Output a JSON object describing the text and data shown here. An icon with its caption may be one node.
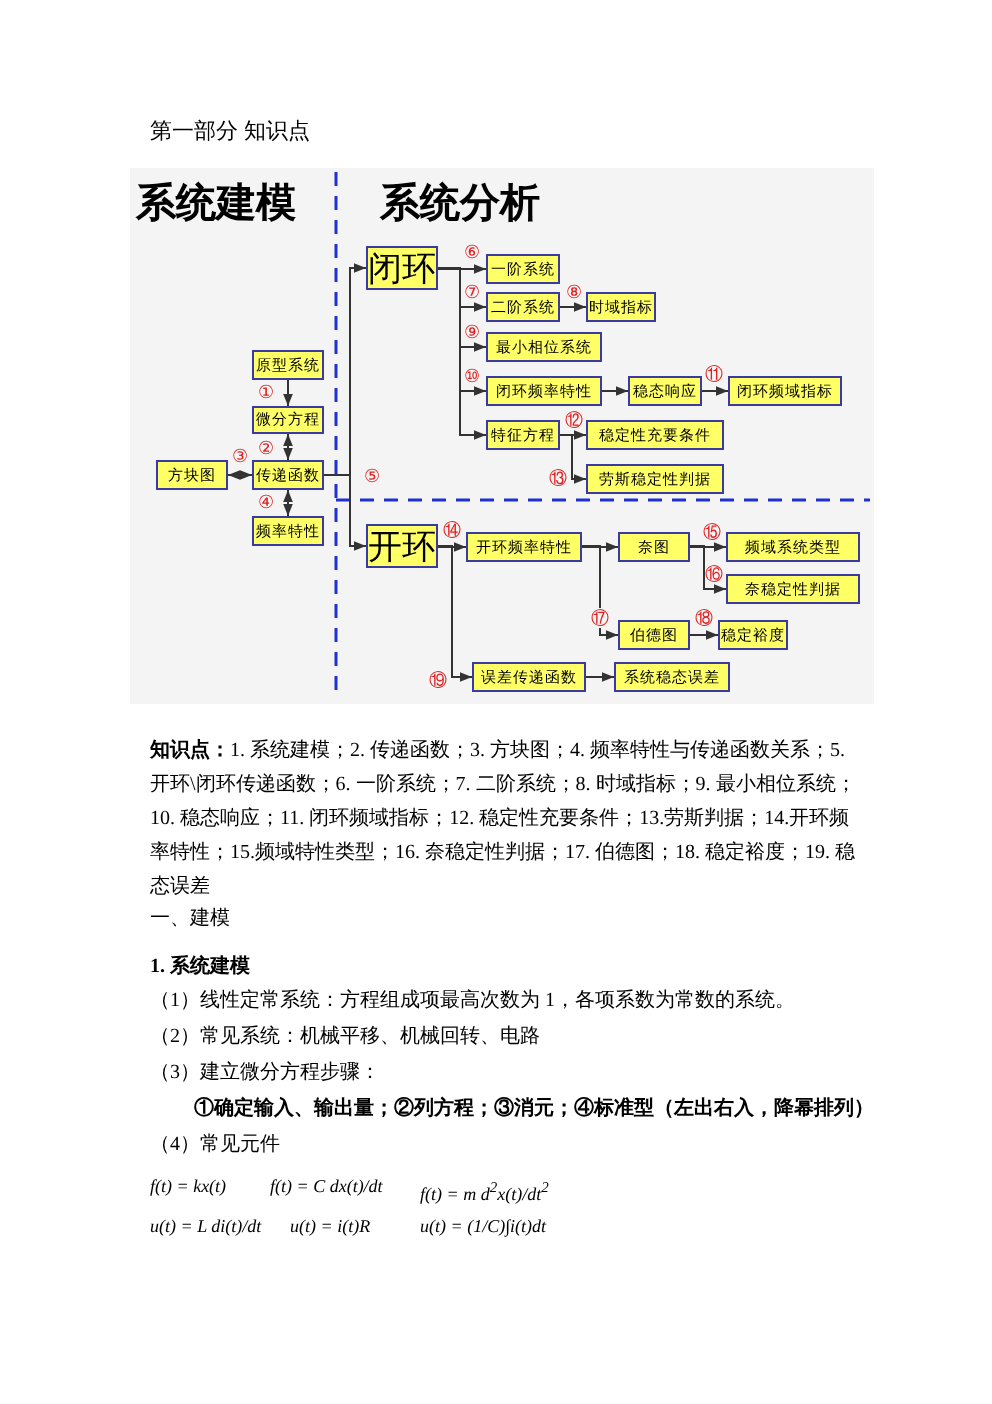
{
  "diagram": {
    "title": "第一部分  知识点",
    "nodes": [
      {
        "text": [
          "原型系统"
        ]
      },
      {
        "text": [
          "微分方程"
        ]
      },
      {
        "text": [
          "传递函数"
        ]
      },
      {
        "text": [
          "方块图"
        ]
      },
      {
        "text": [
          "频率特性"
        ]
      },
      {
        "text": [
          "闭环"
        ]
      },
      {
        "text": [
          "开环"
        ]
      },
      {
        "text": [
          "一阶系统"
        ]
      },
      {
        "text": [
          "二阶系统"
        ]
      },
      {
        "text": [
          "时域指标"
        ]
      },
      {
        "text": [
          "最小相位系统"
        ]
      },
      {
        "text": [
          "闭环频率特性"
        ]
      },
      {
        "text": [
          "稳态响应"
        ]
      },
      {
        "text": [
          "闭环频域指标"
        ]
      },
      {
        "text": [
          "特征方程"
        ]
      },
      {
        "text": [
          "稳定性充要条件"
        ]
      },
      {
        "text": [
          "劳斯稳定性判据"
        ]
      },
      {
        "text": [
          "开环频率特性"
        ]
      },
      {
        "text": [
          "奈图"
        ]
      },
      {
        "text": [
          "频域系统类型"
        ]
      },
      {
        "text": [
          "奈稳定性判据"
        ]
      },
      {
        "text": [
          "伯德图"
        ]
      },
      {
        "text": [
          "稳定裕度"
        ]
      },
      {
        "text": [
          "误差传递函数"
        ]
      },
      {
        "text": [
          "系统稳态误差"
        ]
      }
    ],
    "edges": [
      {
        "from": 0,
        "to": 1,
        "arrow": "to",
        "label": "①"
      },
      {
        "from": 1,
        "to": 2,
        "arrow": "both",
        "label": "②"
      },
      {
        "from": 3,
        "to": 2,
        "arrow": "both",
        "label": "③"
      },
      {
        "from": 2,
        "to": 4,
        "arrow": "both",
        "label": "④"
      },
      {
        "from": 2,
        "to": 5,
        "arrow": "to",
        "label": "⑤"
      },
      {
        "from": 2,
        "to": 6,
        "arrow": "to"
      },
      {
        "from": 5,
        "to": 7,
        "arrow": "to",
        "label": "⑥"
      },
      {
        "from": 5,
        "to": 8,
        "arrow": "to",
        "label": "⑦"
      },
      {
        "from": 8,
        "to": 9,
        "arrow": "to",
        "label": "⑧"
      },
      {
        "from": 5,
        "to": 10,
        "arrow": "to",
        "label": "⑨"
      },
      {
        "from": 5,
        "to": 11,
        "arrow": "to",
        "label": "⑩"
      },
      {
        "from": 11,
        "to": 12,
        "arrow": "to"
      },
      {
        "from": 12,
        "to": 13,
        "arrow": "to",
        "label": "⑪"
      },
      {
        "from": 5,
        "to": 14,
        "arrow": "to"
      },
      {
        "from": 14,
        "to": 15,
        "arrow": "to",
        "label": "⑫"
      },
      {
        "from": 14,
        "to": 16,
        "arrow": "to",
        "label": "⑬"
      },
      {
        "from": 6,
        "to": 17,
        "arrow": "to",
        "label": "⑭"
      },
      {
        "from": 17,
        "to": 18,
        "arrow": "to"
      },
      {
        "from": 18,
        "to": 19,
        "arrow": "to",
        "label": "⑮"
      },
      {
        "from": 18,
        "to": 20,
        "arrow": "to",
        "label": "⑯"
      },
      {
        "from": 17,
        "to": 21,
        "arrow": "to",
        "label": "⑰"
      },
      {
        "from": 21,
        "to": 22,
        "arrow": "to",
        "label": "⑱"
      },
      {
        "from": 6,
        "to": 23,
        "arrow": "to",
        "label": "⑲"
      },
      {
        "from": 23,
        "to": 24,
        "arrow": "to"
      }
    ],
    "labels": [
      "系统建模",
      "系统分析",
      "**知识点：**1. 系统建模；2. 传递函数；3. 方块图；4. 频率特性与传递函数关系；5. 开环\\闭环传递函数；6. 一阶系统；7. 二阶系统；8. 时域指标；9. 最小相位系统；10. 稳态响应；11. 闭环频域指标；12. 稳定性充要条件；13.劳斯判据；14.开环频率特性；15.频域特性类型；16. 奈稳定性判据；17. 伯德图；18. 稳定裕度；19. 稳态误差",
      "一、建模",
      "1. 系统建模",
      "（1）线性定常系统：方程组成项最高次数为 1，各项系数为常数的系统。",
      "（2）常见系统：机械平移、机械回转、电路",
      "（3）建立微分方程步骤：",
      "①确定输入、输出量；②列方程；③消元；④标准型（左出右入，降幂排列）",
      "（4）常见元件",
      "f(t) = kx(t)",
      "f(t) = C dx(t)/dt",
      "f(t) = m d$^{2}$x(t)/dt$^{2}$",
      "u(t) = L di(t)/dt",
      "u(t) = i(t)R",
      "u(t) = (1/C)∫i(t)dt"
    ]
  }
}
